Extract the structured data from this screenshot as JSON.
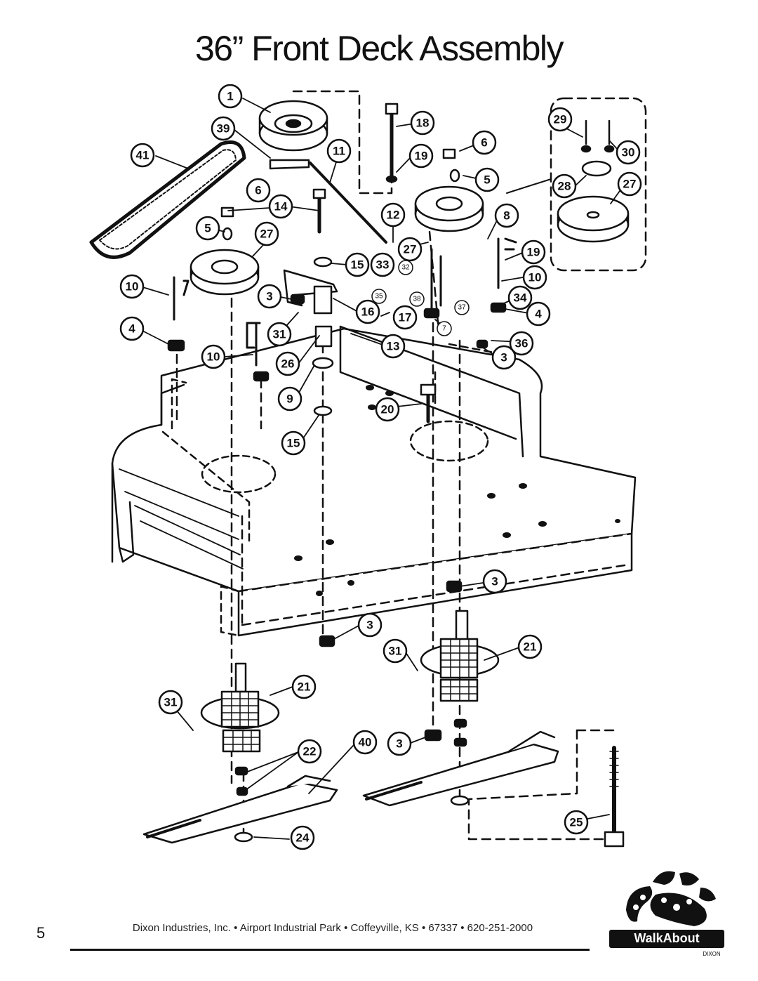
{
  "page": {
    "title": "36” Front Deck Assembly",
    "page_number": "5",
    "footer": "Dixon Industries, Inc. • Airport Industrial Park • Coffeyville, KS • 67337 • 620-251-2000"
  },
  "logo": {
    "wordmark": "WalkAbout",
    "sub": "DIXON"
  },
  "callouts": {
    "c1": "1",
    "c39": "39",
    "c41": "41",
    "c11": "11",
    "c18": "18",
    "c19a": "19",
    "c6a": "6",
    "c5a": "5",
    "c29": "29",
    "c30": "30",
    "c28": "28",
    "c27a": "27",
    "c14": "14",
    "c6b": "6",
    "c5b": "5",
    "c27b": "27",
    "c12": "12",
    "c8": "8",
    "c27c": "27",
    "c19b": "19",
    "c10a": "10",
    "c15a": "15",
    "c33": "33",
    "c32": "32",
    "c10b": "10",
    "c3a": "3",
    "c35": "35",
    "c38": "38",
    "c34": "34",
    "c37": "37",
    "c4a": "4",
    "c16": "16",
    "c17": "17",
    "c7": "7",
    "c4b": "4",
    "c31a": "31",
    "c13": "13",
    "c36": "36",
    "c10c": "10",
    "c26": "26",
    "c3b": "3",
    "c9": "9",
    "c20": "20",
    "c15b": "15",
    "c3c": "3",
    "c3d": "3",
    "c31b": "31",
    "c21a": "21",
    "c21b": "21",
    "c31c": "31",
    "c40": "40",
    "c22": "22",
    "c3e": "3",
    "c24": "24",
    "c25": "25"
  }
}
